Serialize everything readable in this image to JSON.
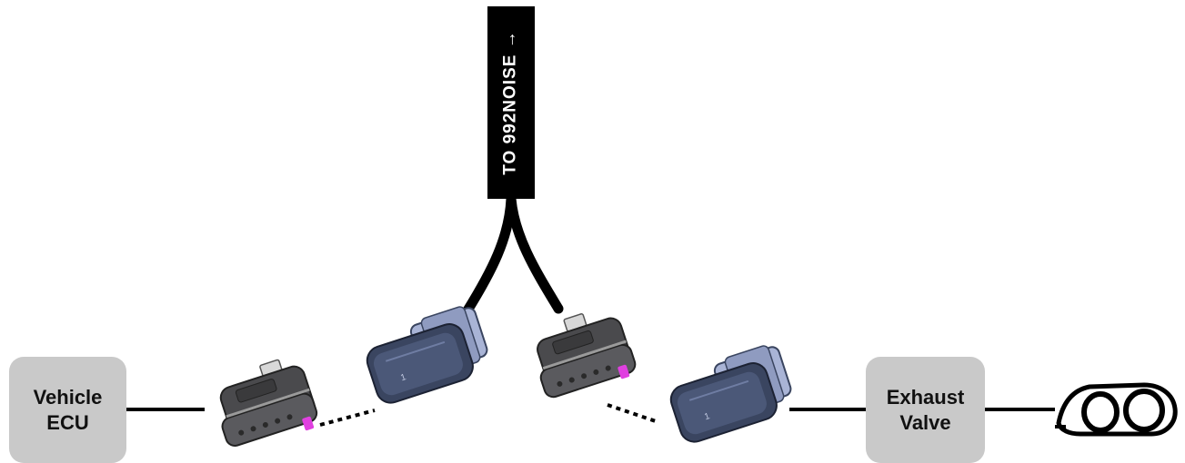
{
  "diagram": {
    "banner_label": "TO 992NOISE →",
    "nodes": {
      "vehicle_ecu": "Vehicle\nECU",
      "exhaust_valve": "Exhaust\nValve"
    },
    "icons": {
      "female_connector": "female-connector-icon",
      "male_connector": "male-connector-icon",
      "exhaust_tip": "exhaust-tips-icon"
    },
    "colors": {
      "box_fill": "#c9c9c9",
      "banner_fill": "#000000",
      "female_connector_body": "#4a4a4d",
      "male_connector_body": "#3a4560",
      "male_connector_seal": "#a9b4d6",
      "latch_tab": "#e040e0"
    }
  }
}
